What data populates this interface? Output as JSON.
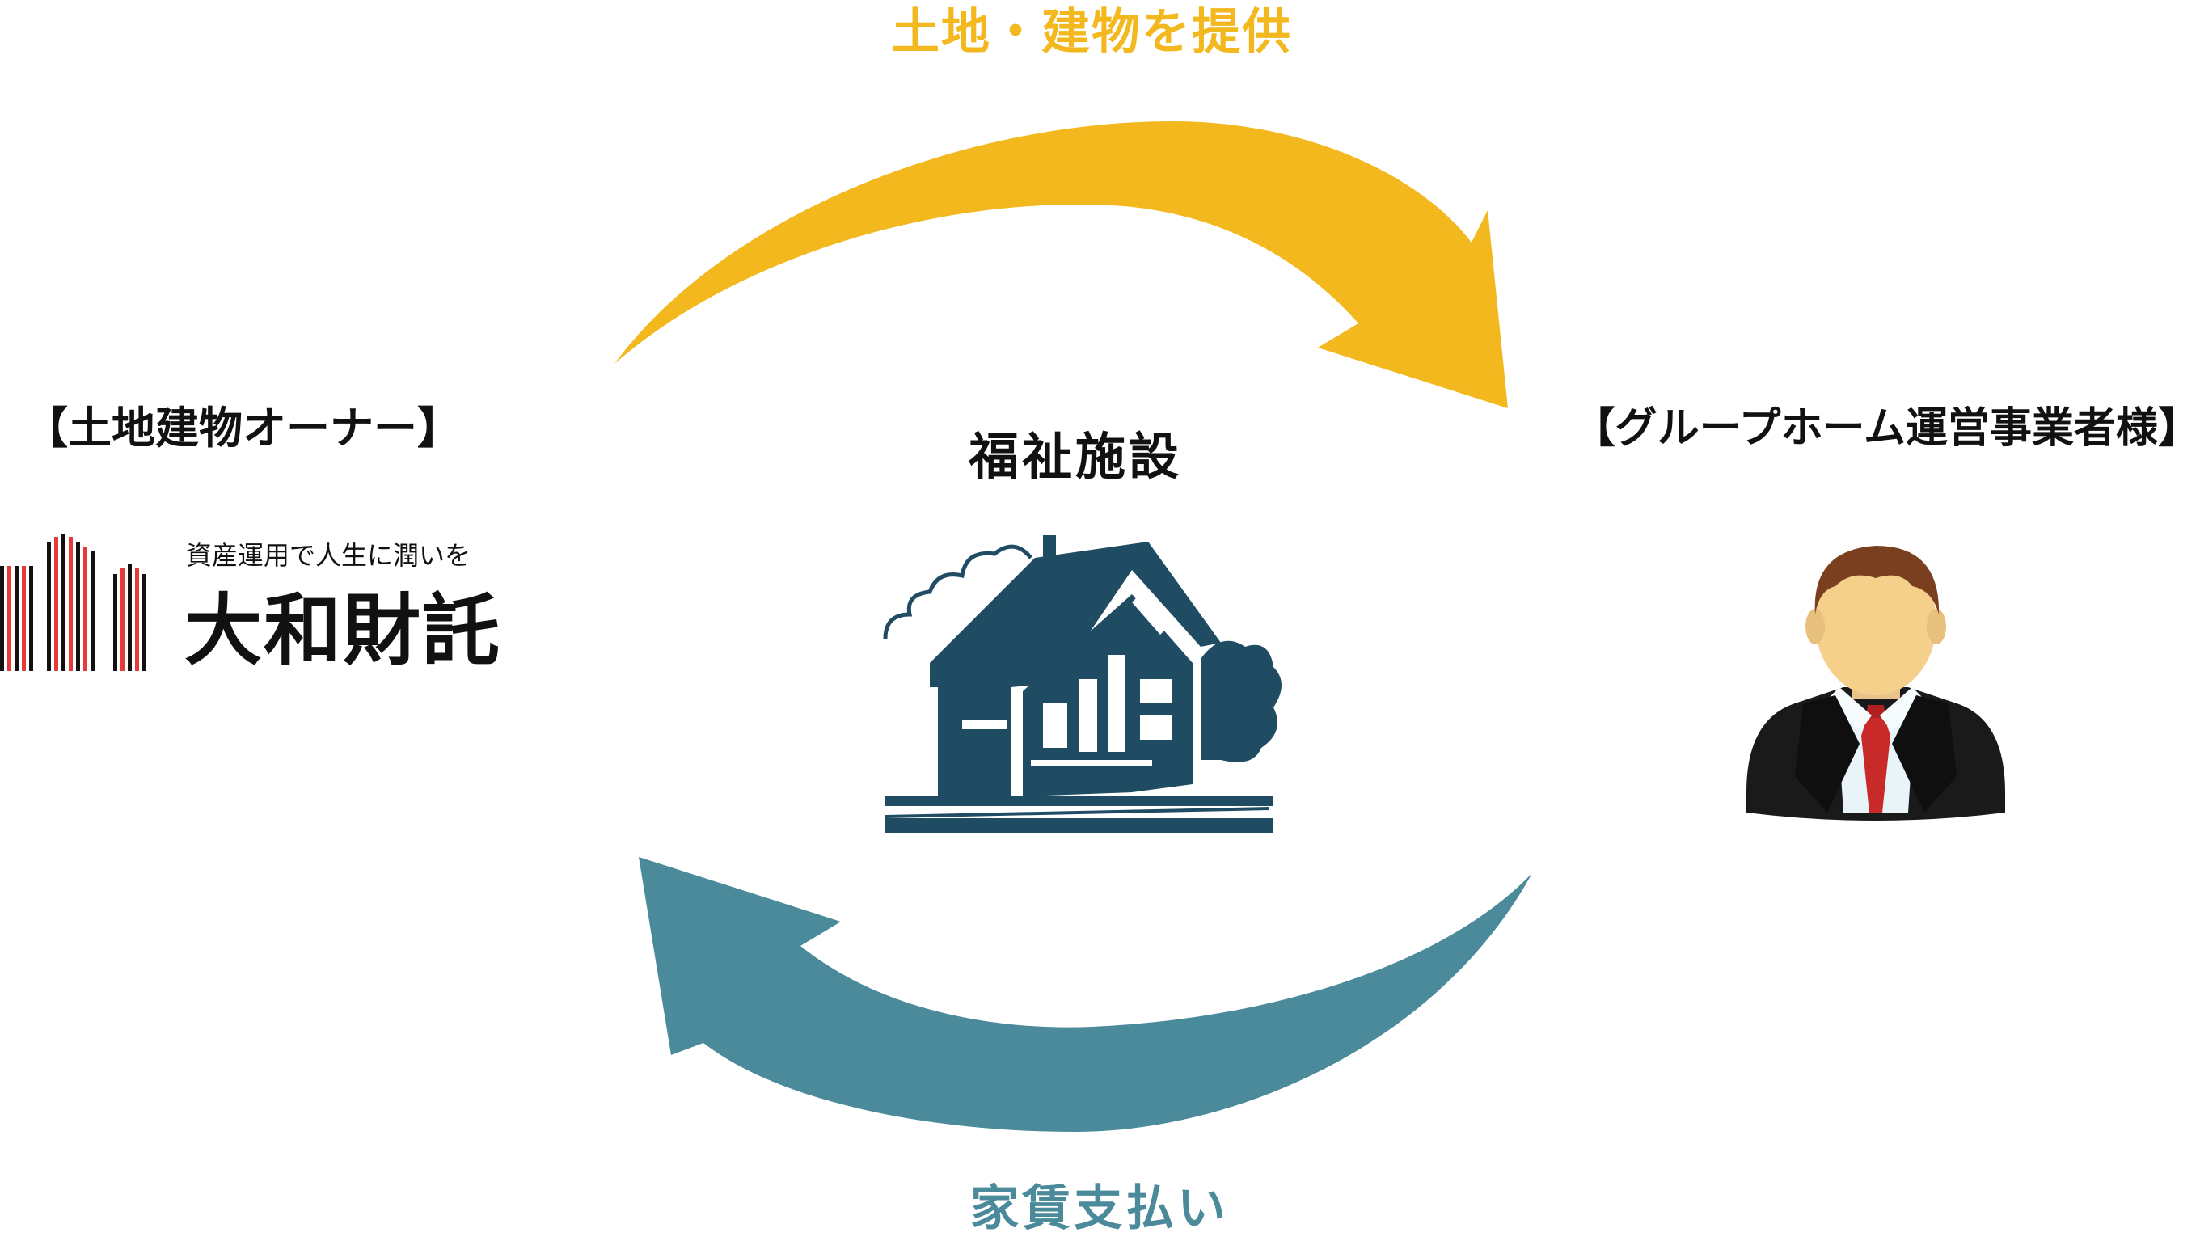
{
  "labels": {
    "top_flow": "土地・建物を提供",
    "bottom_flow": "家賃支払い",
    "center": "福祉施設",
    "owner": "【土地建物オーナー】",
    "operator": "【グループホーム運営事業者様】"
  },
  "logo": {
    "tagline": "資産運用で人生に潤いを",
    "name": "大和財託"
  },
  "colors": {
    "top_arrow": "#f2b81d",
    "bottom_arrow": "#4a8a9a",
    "house": "#1f4b63",
    "logo_red": "#e53a3a",
    "logo_black": "#111111"
  },
  "icons": {
    "house": "house-icon",
    "person": "businessman-icon",
    "logo_mark": "building-stripes-logo-icon"
  }
}
